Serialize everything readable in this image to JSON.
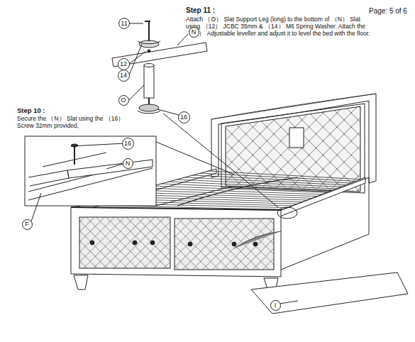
{
  "diagram": {
    "nodes": [
      {
        "text": [
          "11"
        ]
      },
      {
        "text": [
          "N"
        ]
      },
      {
        "text": [
          "12"
        ]
      },
      {
        "text": [
          "14"
        ]
      },
      {
        "text": [
          "O"
        ]
      },
      {
        "text": [
          "16"
        ]
      },
      {
        "text": [
          "16"
        ]
      },
      {
        "text": [
          "N"
        ]
      },
      {
        "text": [
          "F"
        ]
      },
      {
        "text": [
          "I"
        ]
      }
    ],
    "edges": [],
    "labels": [
      "Page: 5 of 6",
      "Step 11 :",
      "Attach （O） Slat Support Leg (long) to the bottom of （N） Slat using （12） JCBC 35mm & （14） M6 Spring Washer. Attach the （17） Adjustable leveller and adjust it to level the bed with the floor.",
      "Step 10 :",
      "Secure the （N） Slat using the （16） Screw 32mm provided,"
    ]
  }
}
